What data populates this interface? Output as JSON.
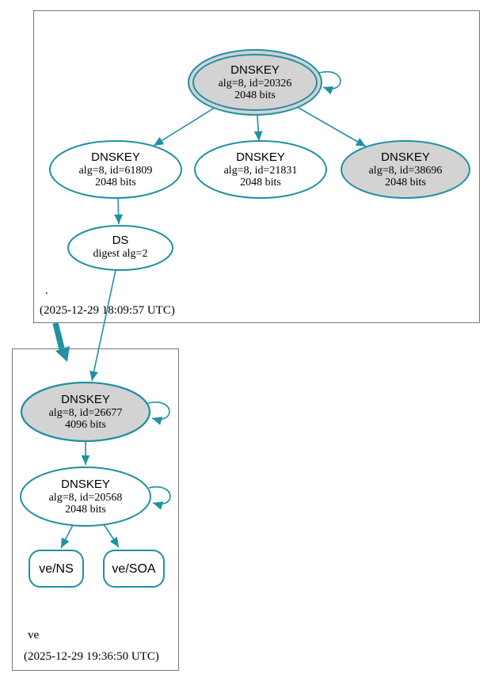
{
  "colors": {
    "edge": "#2090a2",
    "ksk_fill": "#d3d3d3",
    "node_fill": "#ffffff",
    "box_border": "#767676",
    "text": "#000000",
    "background": "#ffffff"
  },
  "root_zone": {
    "label": ".",
    "timestamp": "(2025-12-29 18:09:57 UTC)",
    "dnskey_20326": {
      "title": "DNSKEY",
      "alg": "alg=8, id=20326",
      "bits": "2048 bits"
    },
    "dnskey_61809": {
      "title": "DNSKEY",
      "alg": "alg=8, id=61809",
      "bits": "2048 bits"
    },
    "dnskey_21831": {
      "title": "DNSKEY",
      "alg": "alg=8, id=21831",
      "bits": "2048 bits"
    },
    "dnskey_38696": {
      "title": "DNSKEY",
      "alg": "alg=8, id=38696",
      "bits": "2048 bits"
    },
    "ds": {
      "title": "DS",
      "digest": "digest alg=2"
    }
  },
  "ve_zone": {
    "label": "ve",
    "timestamp": "(2025-12-29 19:36:50 UTC)",
    "dnskey_26677": {
      "title": "DNSKEY",
      "alg": "alg=8, id=26677",
      "bits": "4096 bits"
    },
    "dnskey_20568": {
      "title": "DNSKEY",
      "alg": "alg=8, id=20568",
      "bits": "2048 bits"
    },
    "rrset_ns": {
      "label": "ve/NS"
    },
    "rrset_soa": {
      "label": "ve/SOA"
    }
  }
}
